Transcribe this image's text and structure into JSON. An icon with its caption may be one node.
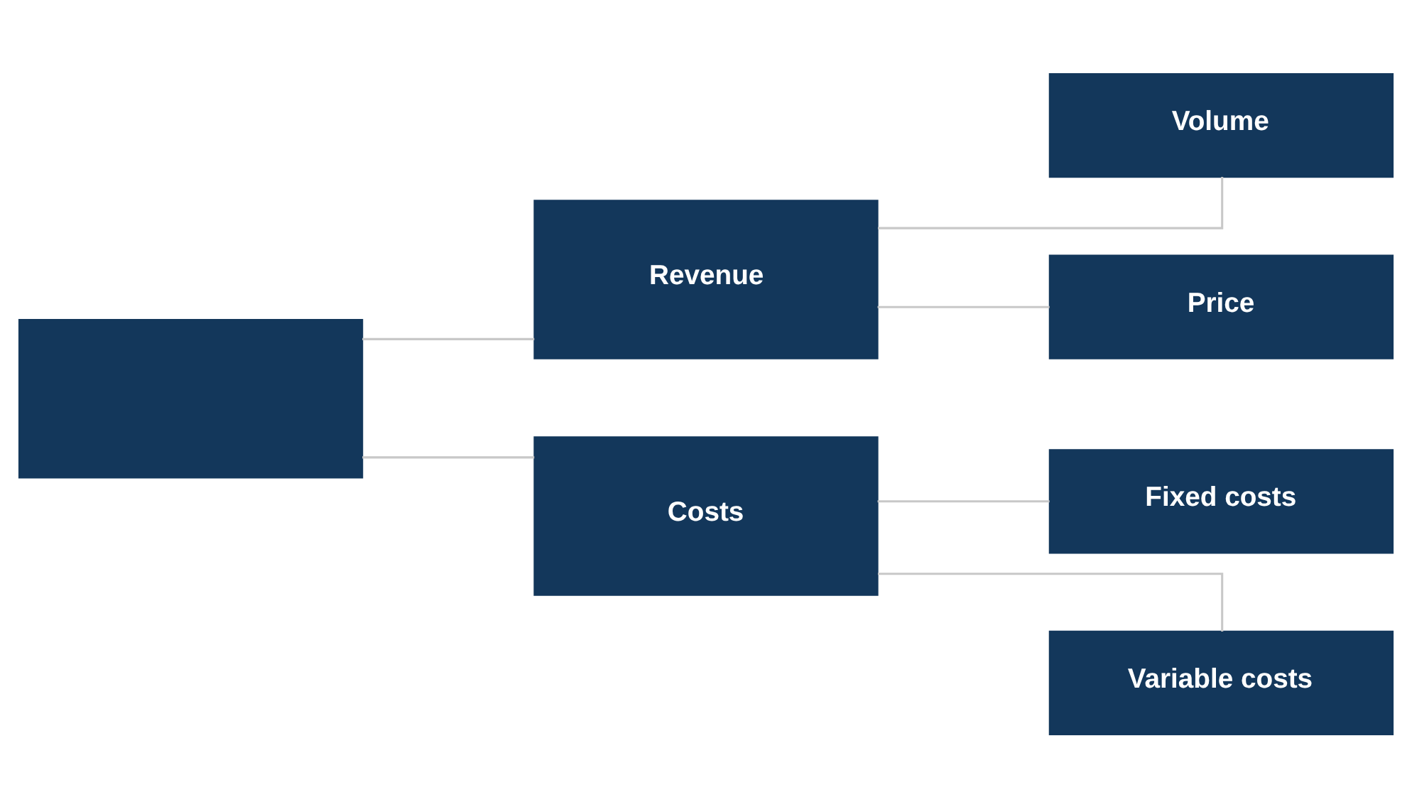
{
  "diagram": {
    "nodes": [
      {
        "text": [],
        "shape": "box"
      },
      {
        "text": [
          "Revenue"
        ]
      },
      {
        "text": [
          "Volume"
        ]
      },
      {
        "text": [
          "Price"
        ]
      },
      {
        "text": [
          "Costs"
        ]
      },
      {
        "text": [
          "Fixed costs"
        ]
      },
      {
        "text": [
          "Variable costs"
        ]
      }
    ],
    "edges": [
      {
        "from": 0,
        "to": 1,
        "arrow": "none"
      },
      {
        "from": 0,
        "to": 4,
        "arrow": "none"
      },
      {
        "from": 1,
        "to": 2,
        "arrow": "none"
      },
      {
        "from": 1,
        "to": 3,
        "arrow": "none"
      },
      {
        "from": 4,
        "to": 5,
        "arrow": "none"
      },
      {
        "from": 4,
        "to": 6,
        "arrow": "none"
      }
    ]
  }
}
